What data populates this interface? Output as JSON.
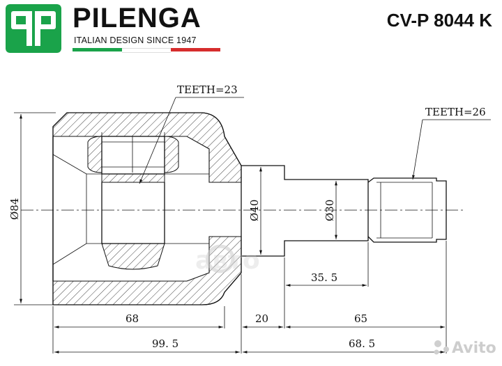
{
  "brand": {
    "logo_glyphs": "qp",
    "name": "PILENGA",
    "tagline": "ITALIAN DESIGN SINCE 1947",
    "logo_color": "#1aa34a",
    "flag_colors": [
      "#1aa34a",
      "#ffffff",
      "#d62d2d"
    ]
  },
  "part_number": "CV-P 8044 K",
  "drawing": {
    "teeth_inner": "TEETH=23",
    "teeth_outer": "TEETH=26",
    "diameters": {
      "housing": "Ø84",
      "neck": "Ø40",
      "shaft": "Ø30"
    },
    "lengths": {
      "housing": "68",
      "neck": "20",
      "shaft": "65",
      "spline": "35. 5",
      "total_left": "99. 5",
      "total_right": "68. 5"
    }
  },
  "watermarks": {
    "center": "авто",
    "corner": "Avito"
  }
}
